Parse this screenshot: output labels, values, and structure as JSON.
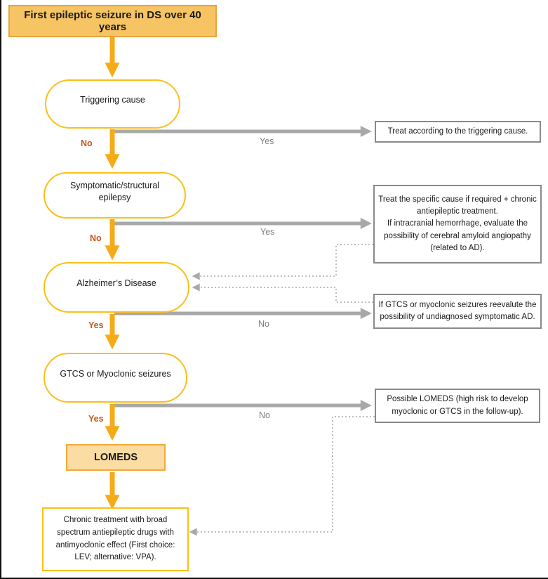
{
  "colors": {
    "amber_fill": "#F7C464",
    "amber_border": "#E5A33D",
    "lomeds_fill": "#FBDCA2",
    "lomeds_border": "#F1A93C",
    "gold": "#FCBF17",
    "arrow_yellow": "#F5AB18",
    "arrow_gray": "#A8A8A8",
    "dotted_gray": "#BDBDBD",
    "label_orange": "#C4561A",
    "label_gray": "#808080"
  },
  "flowchart": {
    "start": "First epileptic seizure in DS over 40 years",
    "nodes": {
      "triggering": "Triggering cause",
      "symptomatic": "Symptomatic/structural\nepilepsy",
      "alzheimer": "Alzheimer’s Disease",
      "gtcs": "GTCS or Myoclonic seizures",
      "lomeds": "LOMEDS",
      "final": "Chronic treatment with broad\nspectrum antiepileptic drugs with\nantimyoclonic effect (First choice:\nLEV; alternative: VPA)."
    },
    "outcomes": [
      "Treat according to the triggering cause.",
      "Treat the specific cause if required + chronic\nantiepileptic treatment.\nIf intracranial hemorrhage, evaluate the\npossibility of cerebral amyloid angiopathy\n(related to AD).",
      "If GTCS or myoclonic seizures reevalute the\npossibility of undiagnosed symptomatic AD.",
      "Possible LOMEDS (high risk to develop\nmyoclonic or GTCS in the follow-up)."
    ],
    "edge_labels": {
      "triggering_no": "No",
      "triggering_yes": "Yes",
      "symptomatic_no": "No",
      "symptomatic_yes": "Yes",
      "alzheimer_yes": "Yes",
      "alzheimer_no": "No",
      "gtcs_yes": "Yes",
      "gtcs_no": "No"
    }
  }
}
